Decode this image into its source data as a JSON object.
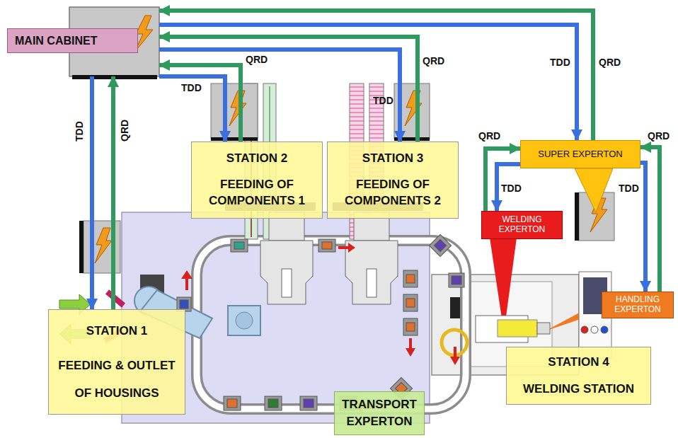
{
  "diagram": {
    "nodes": [
      {
        "text": [
          "MAIN CABINET"
        ]
      },
      {
        "text": [
          "STATION 2",
          "FEEDING OF COMPONENTS 1"
        ]
      },
      {
        "text": [
          "STATION 3",
          "FEEDING OF COMPONENTS 2"
        ]
      },
      {
        "text": [
          "SUPER EXPERTON"
        ]
      },
      {
        "text": [
          "WELDING EXPERTON"
        ]
      },
      {
        "text": [
          "HANDLING EXPERTON"
        ]
      },
      {
        "text": [
          "STATION 1",
          "FEEDING & OUTLET OF HOUSINGS"
        ]
      },
      {
        "text": [
          "STATION 4",
          "WELDING STATION"
        ]
      },
      {
        "text": [
          "TRANSPORT EXPERTON"
        ]
      }
    ],
    "edges": [
      {
        "from": 0,
        "to": 1,
        "label": "TDD",
        "arrow": "to"
      },
      {
        "from": 1,
        "to": 0,
        "label": "QRD",
        "arrow": "to"
      },
      {
        "from": 0,
        "to": 2,
        "label": "TDD",
        "arrow": "to"
      },
      {
        "from": 2,
        "to": 0,
        "label": "QRD",
        "arrow": "to"
      },
      {
        "from": 0,
        "to": 3,
        "label": "TDD",
        "arrow": "to"
      },
      {
        "from": 3,
        "to": 0,
        "label": "QRD",
        "arrow": "to"
      },
      {
        "from": 0,
        "to": 6,
        "label": "TDD",
        "arrow": "to"
      },
      {
        "from": 6,
        "to": 0,
        "label": "QRD",
        "arrow": "to"
      },
      {
        "from": 3,
        "to": 4,
        "label": "TDD",
        "arrow": "to"
      },
      {
        "from": 4,
        "to": 3,
        "label": "QRD",
        "arrow": "to"
      },
      {
        "from": 3,
        "to": 5,
        "label": "TDD",
        "arrow": "to"
      },
      {
        "from": 5,
        "to": 3,
        "label": "QRD",
        "arrow": "to"
      }
    ]
  }
}
